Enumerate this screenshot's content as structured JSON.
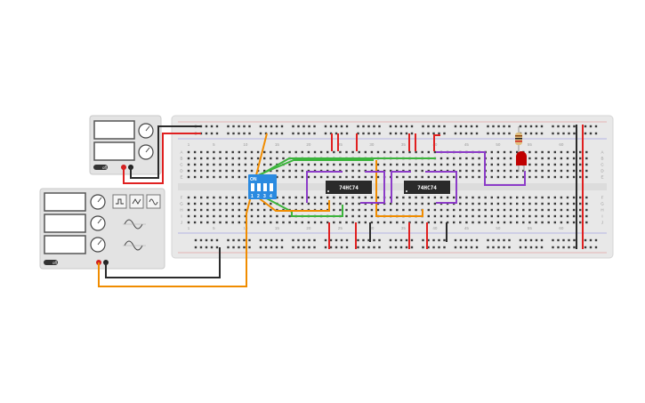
{
  "breadboard": {
    "column_numbers": [
      "1",
      "5",
      "10",
      "15",
      "20",
      "25",
      "30",
      "35",
      "40",
      "45",
      "50",
      "55",
      "60"
    ],
    "row_letters_top": [
      "A",
      "B",
      "C",
      "D",
      "E"
    ],
    "row_letters_bottom": [
      "F",
      "G",
      "H",
      "I",
      "J"
    ],
    "power_rail_symbols": [
      "+",
      "-"
    ]
  },
  "chips": [
    {
      "label": "74HC74"
    },
    {
      "label": "74HC74"
    }
  ],
  "dip_switch": {
    "on_label": "ON",
    "numbers": [
      "1",
      "2",
      "3",
      "4"
    ]
  },
  "power_supply": {
    "label": "off",
    "displays": 2,
    "knobs": 2
  },
  "function_generator": {
    "label": "off",
    "displays": 3,
    "waveforms": [
      "square",
      "triangle",
      "sine"
    ]
  },
  "colors": {
    "breadboard": "#e6e6e6",
    "wire_red": "#e02020",
    "wire_black": "#2b2b2b",
    "wire_orange": "#f08c00",
    "wire_green": "#3cb43c",
    "wire_purple": "#8c3cc8",
    "chip": "#2a2a2a",
    "dip": "#2a8ae0",
    "led": "#c00000"
  }
}
